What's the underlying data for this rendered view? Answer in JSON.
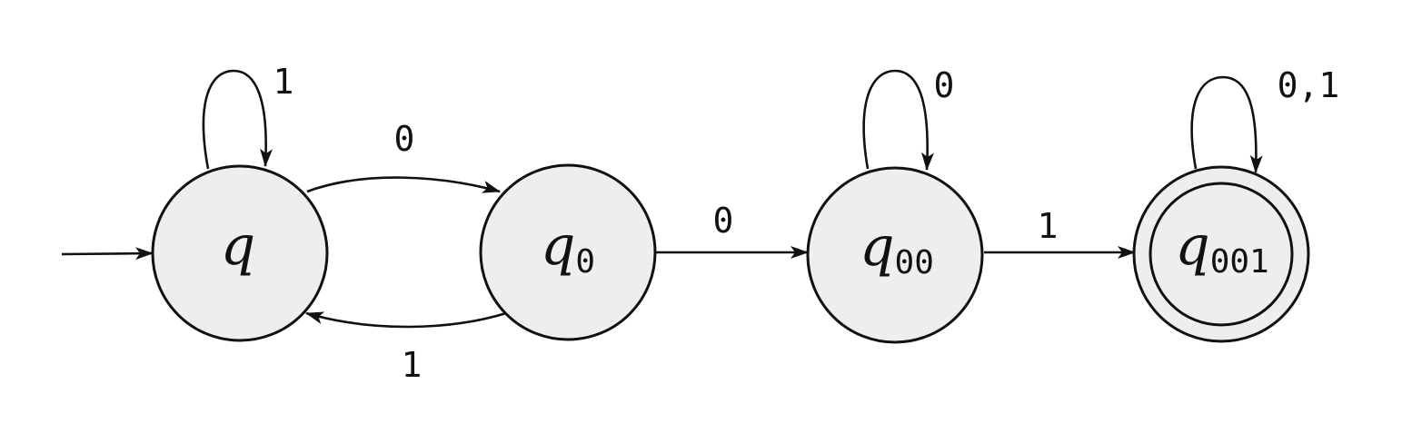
{
  "states": [
    {
      "id": "q",
      "symbol": "q",
      "subscript": "",
      "accepting": false,
      "initial": true
    },
    {
      "id": "q0",
      "symbol": "q",
      "subscript": "0",
      "accepting": false,
      "initial": false
    },
    {
      "id": "q00",
      "symbol": "q",
      "subscript": "00",
      "accepting": false,
      "initial": false
    },
    {
      "id": "q001",
      "symbol": "q",
      "subscript": "001",
      "accepting": true,
      "initial": false
    }
  ],
  "transitions": [
    {
      "from": "q",
      "to": "q",
      "label": "1"
    },
    {
      "from": "q",
      "to": "q0",
      "label": "0"
    },
    {
      "from": "q0",
      "to": "q",
      "label": "1"
    },
    {
      "from": "q0",
      "to": "q00",
      "label": "0"
    },
    {
      "from": "q00",
      "to": "q00",
      "label": "0"
    },
    {
      "from": "q00",
      "to": "q001",
      "label": "1"
    },
    {
      "from": "q001",
      "to": "q001",
      "label": "0,1"
    }
  ],
  "colors": {
    "state_fill": "#eeeeee",
    "stroke": "#111111",
    "background": "#ffffff"
  }
}
